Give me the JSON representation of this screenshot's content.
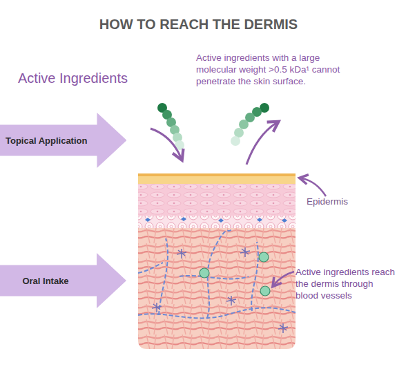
{
  "diagram": {
    "title": "HOW TO REACH THE DERMIS",
    "nodes": [
      {
        "text": [
          "Topical Application"
        ]
      },
      {
        "text": [
          "Oral Intake"
        ]
      }
    ],
    "labels": [
      "Active Ingredients",
      "Active ingredients with a large molecular weight >0.5 kDa¹ cannot penetrate the skin surface.",
      "Epidermis",
      "Active ingredients reach the dermis through blood vessels"
    ]
  }
}
